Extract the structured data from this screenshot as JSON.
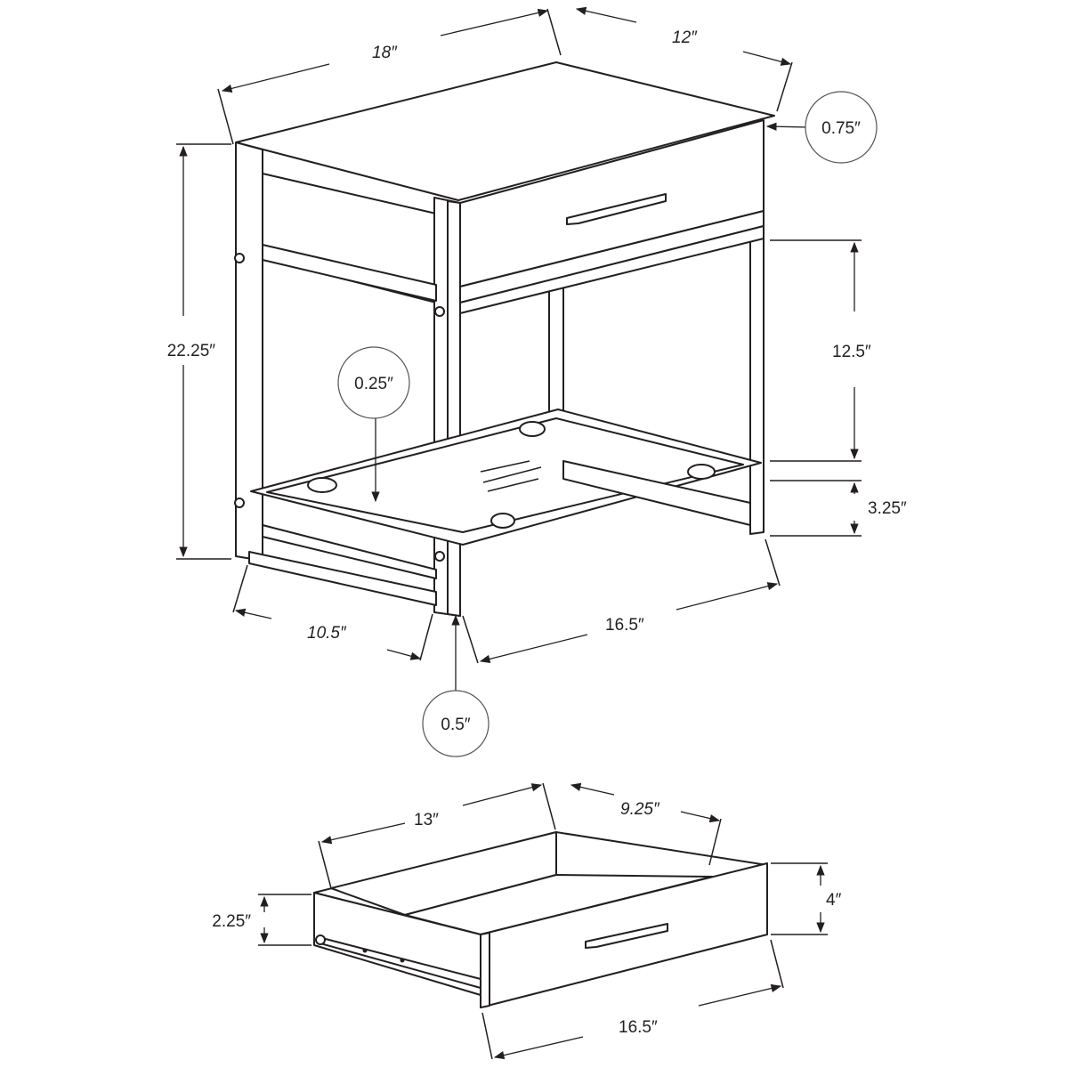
{
  "dimensions": {
    "width": "18″",
    "depth": "12″",
    "top_thickness": "0.75″",
    "height": "22.25″",
    "opening_height": "12.5″",
    "shelf_thickness": "0.25″",
    "bottom_clearance": "3.25″",
    "side_inner_depth": "10.5″",
    "front_inner_width": "16.5″",
    "leg_size": "0.5″",
    "drawer_width": "13″",
    "drawer_depth": "9.25″",
    "drawer_inner_height": "2.25″",
    "drawer_front_height": "4″",
    "drawer_front_width": "16.5″"
  }
}
